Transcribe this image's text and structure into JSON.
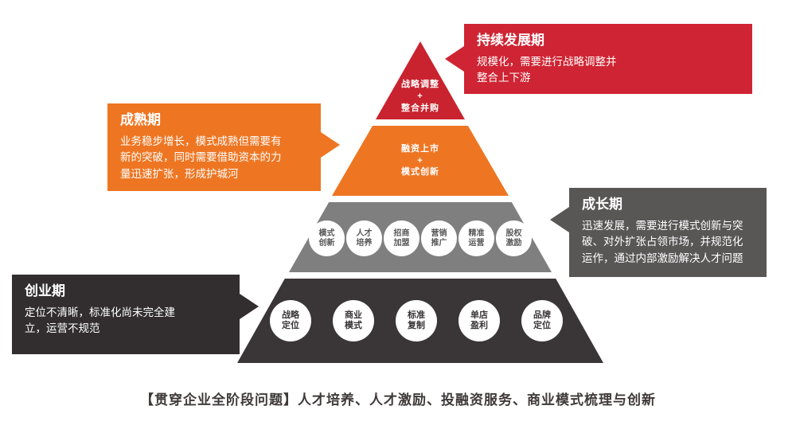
{
  "pyramid": {
    "level1": {
      "label": "战略调整\n+\n整合并购",
      "color": "#c8232e"
    },
    "level2": {
      "label": "融资上市\n+\n模式创新",
      "color": "#ee7623"
    },
    "level3": {
      "color": "#7f7f7f",
      "circles": [
        "模式\n创新",
        "人才\n培养",
        "招商\n加盟",
        "营销\n推广",
        "精准\n运营",
        "股权\n激励"
      ]
    },
    "level4": {
      "color": "#3a3537",
      "circles": [
        "战略\n定位",
        "商业\n模式",
        "标准\n复制",
        "单店\n盈利",
        "品牌\n定位"
      ]
    }
  },
  "callouts": {
    "sustain": {
      "title": "持续发展期",
      "body": "规模化，需要进行战略调整并\n整合上下游",
      "color": "#cf2433"
    },
    "mature": {
      "title": "成熟期",
      "body": "业务稳步增长，模式成熟但需要有\n新的突破，同时需要借助资本的力\n量迅速扩张，形成护城河",
      "color": "#ee7623"
    },
    "growth": {
      "title": "成长期",
      "body": "迅速发展，需要进行模式创新与突\n破、对外扩张占领市场，并规范化\n运作，通过内部激励解决人才问题",
      "color": "#595656"
    },
    "startup": {
      "title": "创业期",
      "body": "定位不清晰，标准化尚未完全建\n立，运营不规范",
      "color": "#322e2f"
    }
  },
  "footer": {
    "text": "【贯穿企业全阶段问题】人才培养、人才激励、投融资服务、商业模式梳理与创新"
  }
}
